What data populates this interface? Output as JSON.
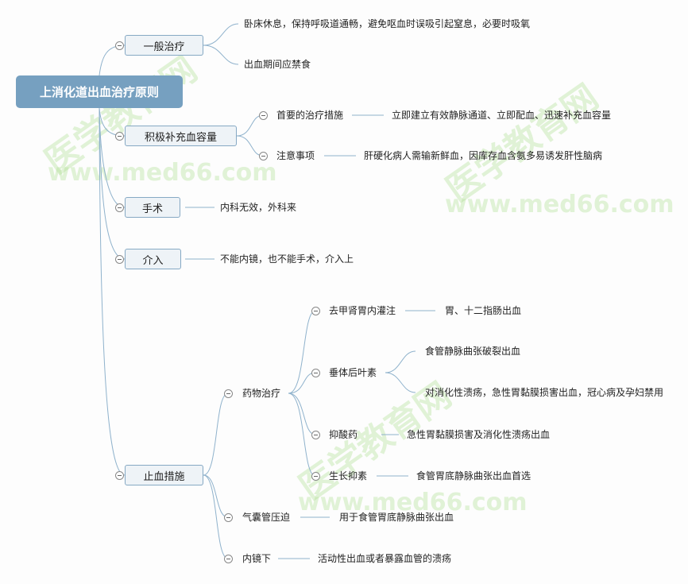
{
  "root": "上消化道出血治疗原则",
  "watermark": {
    "cn": "医学教育网",
    "url": "www.med66.com"
  },
  "branches": {
    "general": {
      "label": "一般治疗",
      "items": [
        "卧床休息，保持呼吸道通畅，避免呕血时误吸引起窒息，必要时吸氧",
        "出血期间应禁食"
      ]
    },
    "volume": {
      "label": "积极补充血容量",
      "primary": {
        "label": "首要的治疗措施",
        "text": "立即建立有效静脉通道、立即配血、迅速补充血容量"
      },
      "notice": {
        "label": "注意事项",
        "text": "肝硬化病人需输新鲜血，因库存血含氨多易诱发肝性脑病"
      }
    },
    "surgery": {
      "label": "手术",
      "text": "内科无效，外科来"
    },
    "intervention": {
      "label": "介入",
      "text": "不能内镜，也不能手术，介入上"
    },
    "hemostasis": {
      "label": "止血措施",
      "drug": {
        "label": "药物治疗",
        "norepi": {
          "label": "去甲肾胃内灌注",
          "text": "胃、十二指肠出血"
        },
        "vaso": {
          "label": "垂体后叶素",
          "items": [
            "食管静脉曲张破裂出血",
            "对消化性溃疡，急性胃黏膜损害出血，冠心病及孕妇禁用"
          ]
        },
        "acid": {
          "label": "抑酸药",
          "text": "急性胃黏膜损害及消化性溃疡出血"
        },
        "soma": {
          "label": "生长抑素",
          "text": "食管胃底静脉曲张出血首选"
        }
      },
      "balloon": {
        "label": "气囊管压迫",
        "text": "用于食管胃底静脉曲张出血"
      },
      "endo": {
        "label": "内镜下",
        "text": "活动性出血或者暴露血管的溃疡"
      }
    }
  }
}
